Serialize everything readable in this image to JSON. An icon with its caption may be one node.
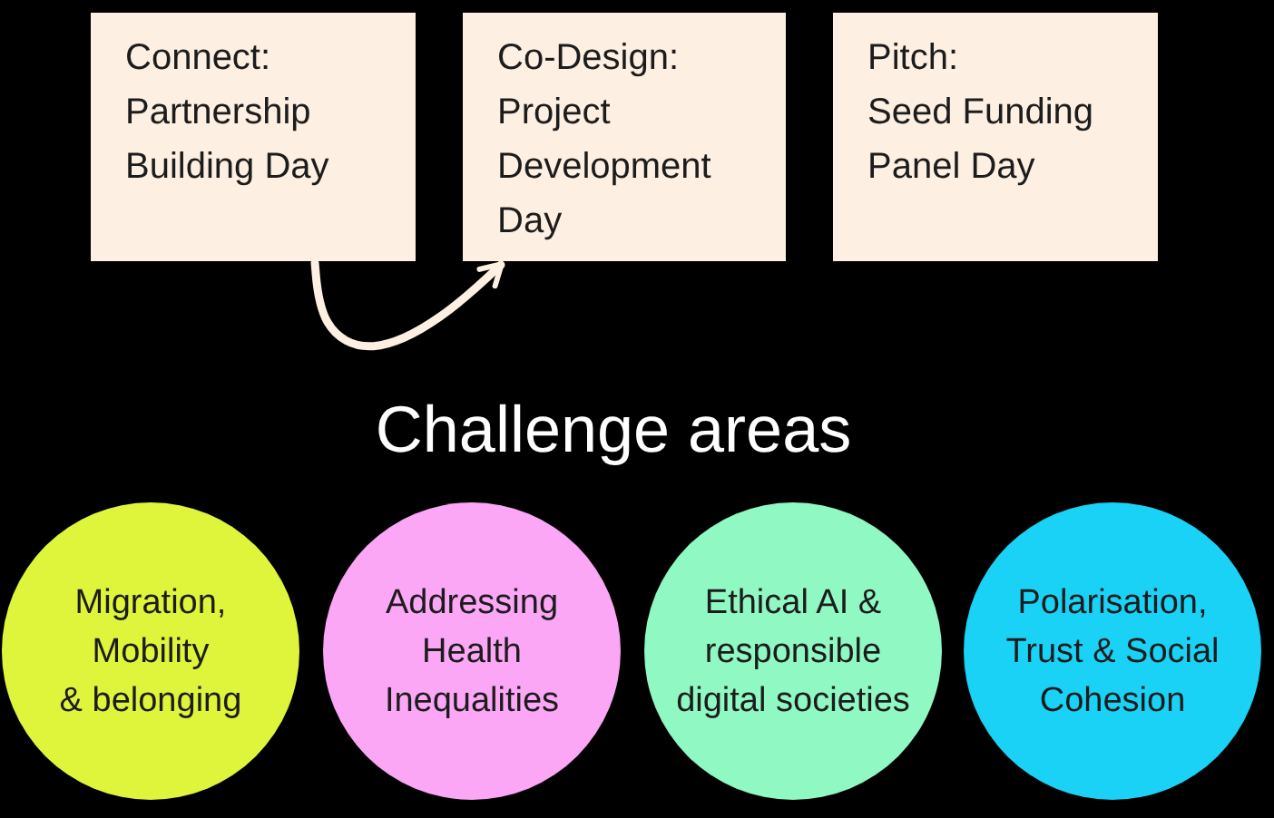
{
  "diagram": {
    "nodes": [
      {
        "text": [
          "Connect:",
          "Partnership Building Day"
        ]
      },
      {
        "text": [
          "Co-Design:",
          "Project Development Day"
        ]
      },
      {
        "text": [
          "Pitch:",
          "Seed Funding Panel Day"
        ]
      },
      {
        "text": [
          "Migration, Mobility & belonging"
        ]
      },
      {
        "text": [
          "Addressing Health Inequalities"
        ]
      },
      {
        "text": [
          "Ethical AI & responsible digital societies"
        ]
      },
      {
        "text": [
          "Polarisation, Trust & Social Cohesion"
        ]
      }
    ],
    "edges": [
      {
        "from": 0,
        "to": 1,
        "arrow": "to"
      }
    ],
    "labels": [
      "Challenge areas"
    ]
  }
}
